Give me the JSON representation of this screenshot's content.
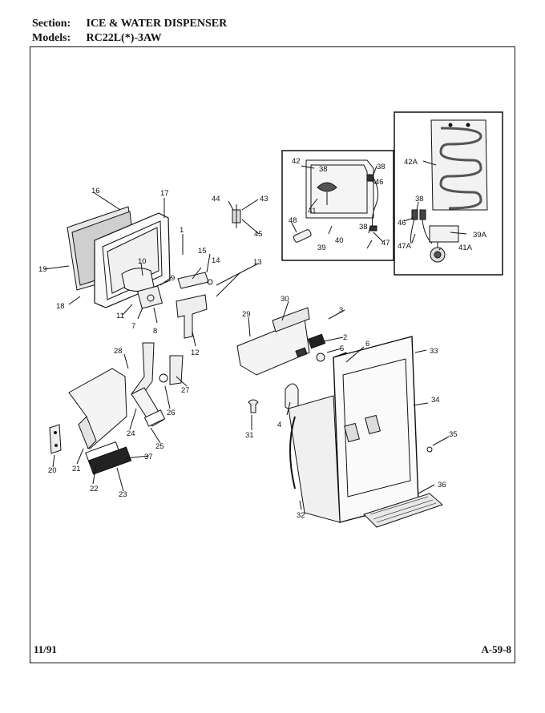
{
  "header": {
    "section_key": "Section:",
    "section_value": "ICE & WATER DISPENSER",
    "models_key": "Models:",
    "models_value": "RC22L(*)-3AW"
  },
  "footer": {
    "date": "11/91",
    "page_code": "A-59-8"
  },
  "callouts": [
    "1",
    "2",
    "3",
    "4",
    "5",
    "6",
    "7",
    "8",
    "9",
    "10",
    "11",
    "12",
    "13",
    "14",
    "15",
    "16",
    "17",
    "18",
    "19",
    "20",
    "21",
    "22",
    "23",
    "24",
    "25",
    "26",
    "27",
    "28",
    "29",
    "30",
    "31",
    "32",
    "33",
    "34",
    "35",
    "36",
    "37",
    "38",
    "38",
    "38",
    "38",
    "39",
    "39A",
    "40",
    "41",
    "41A",
    "42",
    "42A",
    "43",
    "44",
    "45",
    "46",
    "46",
    "47",
    "47A",
    "48"
  ]
}
